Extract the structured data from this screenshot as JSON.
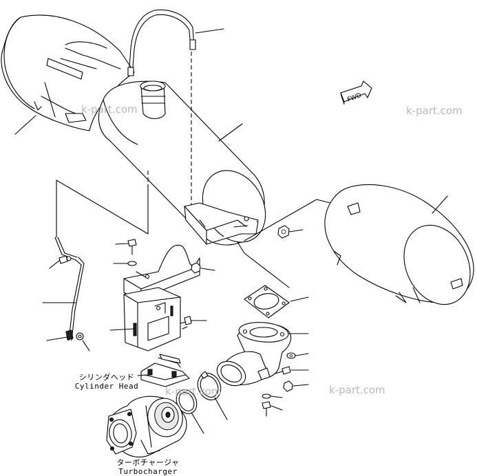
{
  "labels": {
    "cylinder_head_jp": "シリンダヘッド",
    "cylinder_head_en": "Cylinder Head",
    "turbocharger_jp": "ターボチャージャ",
    "turbocharger_en": "Turbocharger",
    "fwd": "FWD"
  },
  "watermarks": [
    "k-part.com",
    "k-part.com",
    "k-part.com",
    "k-part.com"
  ]
}
